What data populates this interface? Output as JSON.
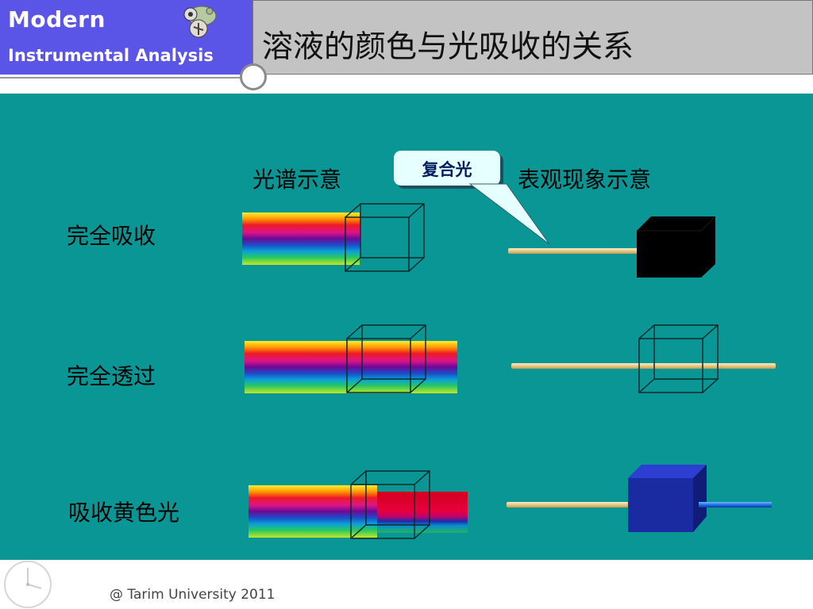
{
  "header": {
    "brand_line1": "Modern",
    "brand_line2": "Instrumental Analysis",
    "title": "溶液的颜色与光吸收的关系"
  },
  "columns": {
    "spectrum": "光谱示意",
    "phenomenon": "表观现象示意"
  },
  "callout": "复合光",
  "rows": [
    {
      "label": "完全吸收"
    },
    {
      "label": "完全透过"
    },
    {
      "label": "吸收黄色光"
    }
  ],
  "footer": "@ Tarim University 2011",
  "colors": {
    "brand": "#5a55e6",
    "teal": "#0b9696",
    "title_bar": "#c3c3c3",
    "black_cube": "#000000",
    "blue_cube": "#1a2aa0"
  },
  "icons": [
    "logo-icon",
    "ring-icon",
    "clock-icon"
  ]
}
